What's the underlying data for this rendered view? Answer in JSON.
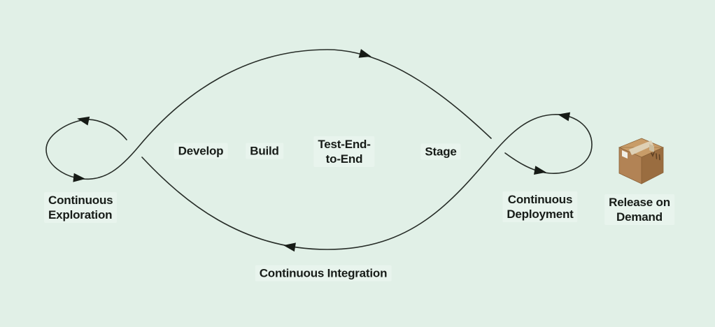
{
  "colors": {
    "background": "#e1f0e7",
    "line": "#262c27",
    "arrow": "#161b16",
    "text": "#171c18",
    "box_top": "#c89c68",
    "box_front": "#b28355",
    "box_side": "#9a6d40",
    "box_tape": "#ded0b5",
    "box_tape_side": "#cdbd9e",
    "box_label": "#f1efe7",
    "box_mark": "#5f4124",
    "box_edge": "#8a6238"
  },
  "diagram": {
    "type": "continuous-delivery-pipeline-loop",
    "stages": {
      "develop": "Develop",
      "build": "Build",
      "test_end_to_end": "Test-End-\nto-End",
      "stage": "Stage"
    },
    "loops": {
      "continuous_exploration": "Continuous\nExploration",
      "continuous_integration": "Continuous Integration",
      "continuous_deployment": "Continuous\nDeployment"
    },
    "release": {
      "label": "Release on\nDemand",
      "icon": "package-box-icon"
    }
  }
}
